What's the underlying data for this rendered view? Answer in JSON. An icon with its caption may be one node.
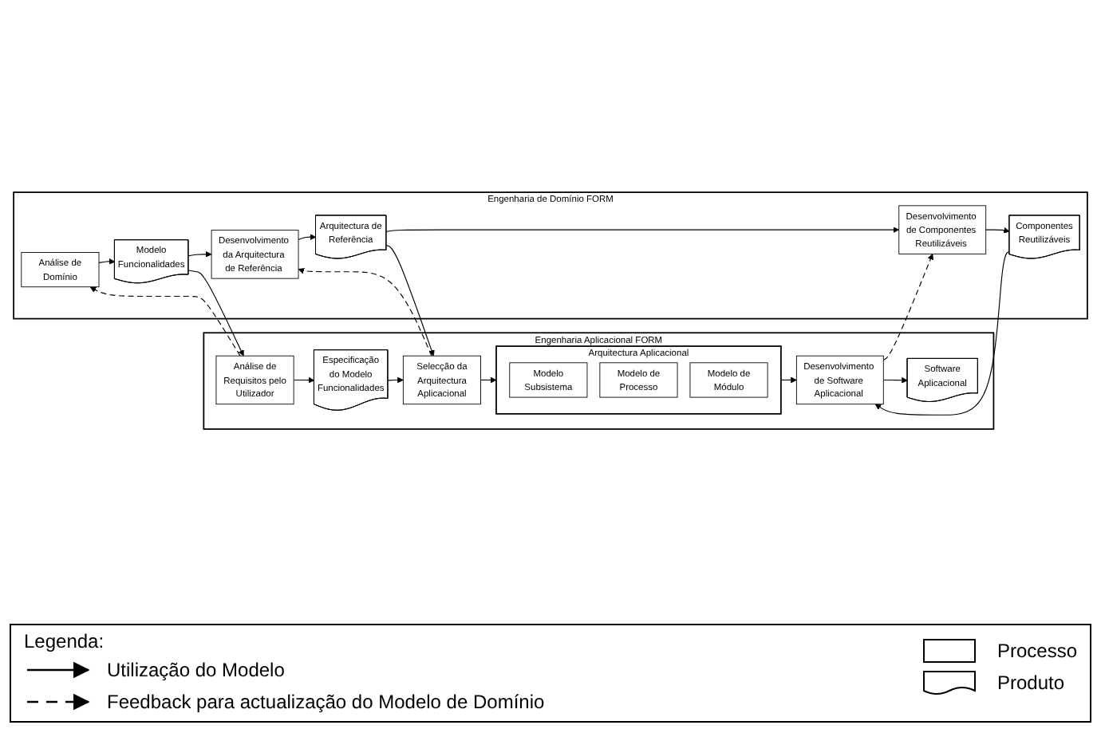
{
  "diagram": {
    "nodes": [
      {
        "text": [
          "Engenharia de Domínio FORM"
        ]
      },
      {
        "text": [
          "Análise de Domínio"
        ],
        "in": 0
      },
      {
        "text": [
          "Modelo Funcionalidades"
        ],
        "in": 0
      },
      {
        "text": [
          "Desenvolvimento da Arquitectura de Referência"
        ],
        "in": 0
      },
      {
        "text": [
          "Arquitectura de Referência"
        ],
        "in": 0
      },
      {
        "text": [
          "Desenvolvimento de Componentes Reutilizáveis"
        ],
        "in": 0
      },
      {
        "text": [
          "Componentes Reutilizáveis"
        ],
        "in": 0
      },
      {
        "text": [
          "Engenharia Aplicacional FORM"
        ]
      },
      {
        "text": [
          "Análise de Requisitos pelo Utilizador"
        ],
        "in": 7
      },
      {
        "text": [
          "Especificação do Modelo Funcionalidades"
        ],
        "in": 7
      },
      {
        "text": [
          "Selecção da Arquitectura Aplicacional"
        ],
        "in": 7
      },
      {
        "text": [
          "Arquitectura Aplicacional"
        ],
        "in": 7
      },
      {
        "text": [
          "Modelo Subsistema"
        ],
        "in": 11
      },
      {
        "text": [
          "Modelo de Processo"
        ],
        "in": 11
      },
      {
        "text": [
          "Modelo de Módulo"
        ],
        "in": 11
      },
      {
        "text": [
          "Desenvolvimento de Software Aplicacional"
        ],
        "in": 7
      },
      {
        "text": [
          "Software Aplicacional"
        ],
        "in": 7
      }
    ],
    "edges": [
      {
        "from": 1,
        "to": 2,
        "arrow": "to"
      },
      {
        "from": 2,
        "to": 3,
        "arrow": "to"
      },
      {
        "from": 3,
        "to": 4,
        "arrow": "to"
      },
      {
        "from": 4,
        "to": 5,
        "arrow": "to"
      },
      {
        "from": 5,
        "to": 6,
        "arrow": "to"
      },
      {
        "from": 8,
        "to": 1,
        "arrow": "to",
        "style": "dashed"
      },
      {
        "from": 10,
        "to": 3,
        "arrow": "to",
        "style": "dashed"
      },
      {
        "from": 15,
        "to": 5,
        "arrow": "to",
        "style": "dashed"
      },
      {
        "from": 2,
        "to": 8,
        "arrow": "to"
      },
      {
        "from": 4,
        "to": 10,
        "arrow": "to"
      },
      {
        "from": 6,
        "to": 15,
        "arrow": "to"
      },
      {
        "from": 8,
        "to": 9,
        "arrow": "to"
      },
      {
        "from": 9,
        "to": 10,
        "arrow": "to"
      },
      {
        "from": 10,
        "to": 11,
        "arrow": "to"
      },
      {
        "from": 11,
        "to": 15,
        "arrow": "to"
      },
      {
        "from": 15,
        "to": 16,
        "arrow": "to"
      }
    ],
    "labels": [
      "Legenda:"
    ],
    "legend": [
      {
        "text": "Utilização do Modelo"
      },
      {
        "text": "Feedback para actualização do Modelo de Domínio"
      },
      {
        "text": "Processo"
      },
      {
        "text": "Produto"
      }
    ]
  }
}
